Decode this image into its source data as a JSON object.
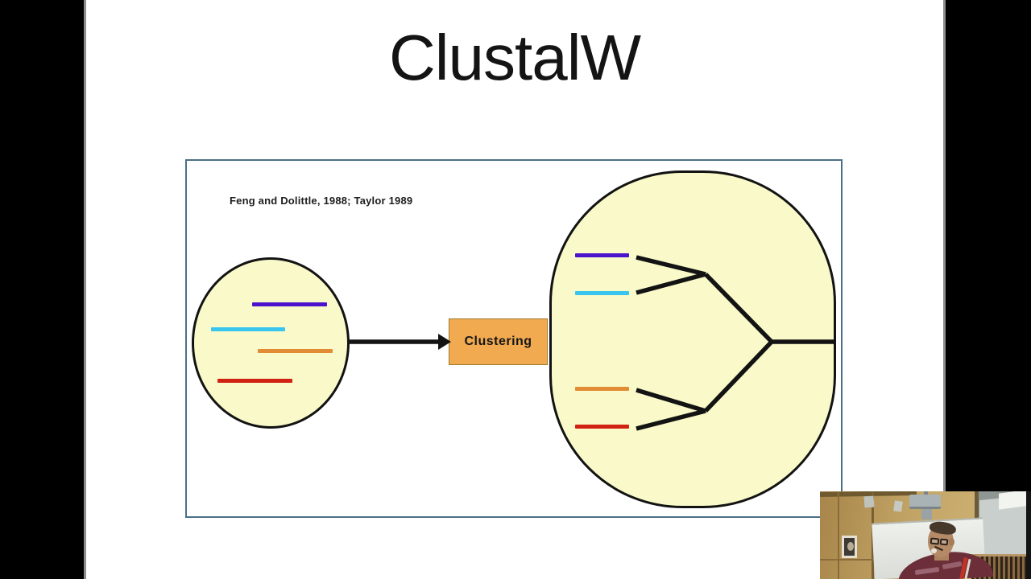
{
  "title": "ClustalW",
  "diagram": {
    "citation": "Feng and Dolittle, 1988; Taylor 1989",
    "clustering_label": "Clustering"
  },
  "colors": {
    "seq-purple": "#4c13cd",
    "seq-cyan": "#38c6ef",
    "seq-orange": "#e28c36",
    "seq-red": "#d02112",
    "cluster-fill": "#f9f9c9",
    "cluster-border": "#131313",
    "box-fill": "#f1aa50",
    "box-border": "#9c7a2e",
    "frame-border": "#4a7086",
    "tree-line": "#131313"
  }
}
